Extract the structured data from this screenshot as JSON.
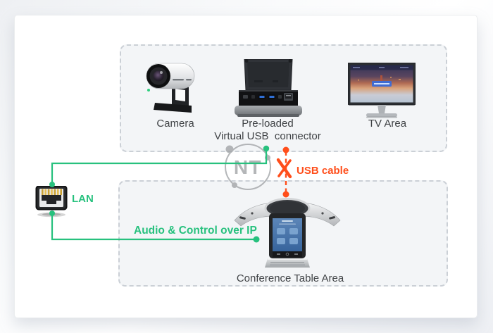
{
  "diagram": {
    "watermark": "NT",
    "top_zone": {
      "camera_label": "Camera",
      "connector_label_line1": "Pre-loaded",
      "connector_label_line2": "Virtual USB  connector",
      "tv_label": "TV Area"
    },
    "bottom_zone": {
      "table_label": "Conference Table Area"
    },
    "network": {
      "lan_label": "LAN",
      "ip_link_label": "Audio & Control over IP"
    },
    "usb_link": {
      "label": "USB cable",
      "blocked": true
    },
    "colors": {
      "green": "#27c17e",
      "orange": "#ff4e1b",
      "dash_border": "#cbd0d6",
      "zone_fill": "#f3f5f7",
      "label_text": "#3f4245",
      "watermark_gray": "#a0a3a6"
    }
  }
}
